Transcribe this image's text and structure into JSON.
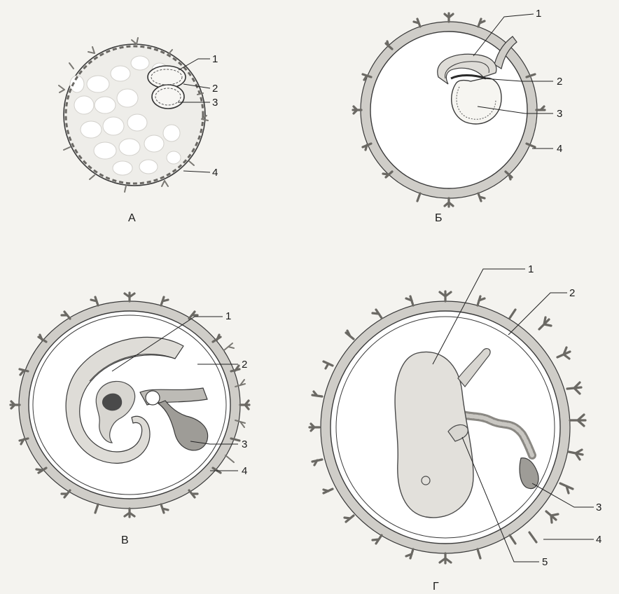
{
  "panels": [
    {
      "id": "A",
      "letter": "А",
      "labels": [
        "1",
        "2",
        "3",
        "4"
      ]
    },
    {
      "id": "B",
      "letter": "Б",
      "labels": [
        "1",
        "2",
        "3",
        "4"
      ]
    },
    {
      "id": "V",
      "letter": "В",
      "labels": [
        "1",
        "2",
        "3",
        "4"
      ]
    },
    {
      "id": "G",
      "letter": "Г",
      "labels": [
        "1",
        "2",
        "3",
        "4",
        "5"
      ]
    }
  ],
  "colors": {
    "background": "#f4f3ef",
    "tissue": "#cfcdc8",
    "outline": "#3a3a3a"
  }
}
